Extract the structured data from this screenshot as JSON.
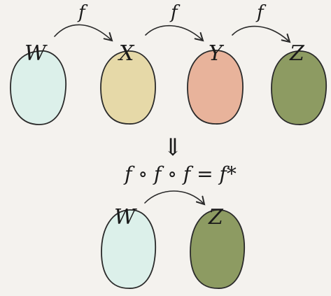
{
  "top_row": {
    "sets": [
      {
        "label": "W",
        "color": "#dcf0ea"
      },
      {
        "label": "X",
        "color": "#e6d9a8"
      },
      {
        "label": "Y",
        "color": "#e8b39b"
      },
      {
        "label": "Z",
        "color": "#8d9b62"
      }
    ],
    "arrows": [
      {
        "label": "f"
      },
      {
        "label": "f"
      },
      {
        "label": "f"
      }
    ]
  },
  "implies_symbol": "⇓",
  "formula": "f ∘ f ∘ f = f*",
  "bottom_row": {
    "sets": [
      {
        "label": "W",
        "color": "#dcf0ea"
      },
      {
        "label": "Z",
        "color": "#8d9b62"
      }
    ]
  }
}
